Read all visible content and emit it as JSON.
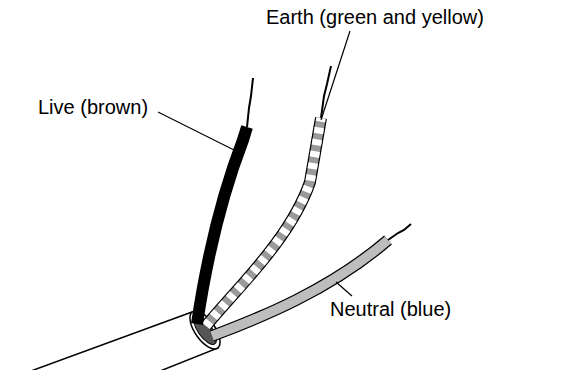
{
  "diagram": {
    "labels": [
      "Live (brown)",
      "Earth (green and yellow)",
      "Neutral (blue)"
    ]
  }
}
